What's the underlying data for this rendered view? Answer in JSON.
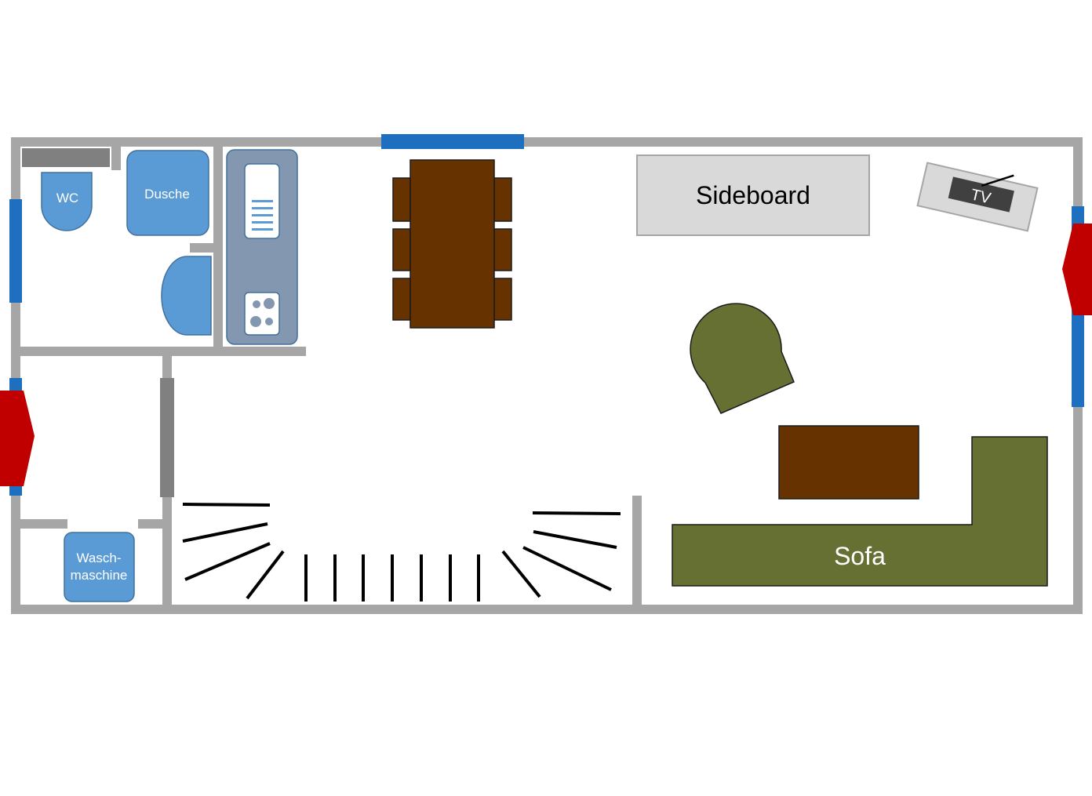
{
  "floorplan": {
    "labels": {
      "wc": "WC",
      "shower": "Dusche",
      "washer_line1": "Wasch-",
      "washer_line2": "maschine",
      "sideboard": "Sideboard",
      "tv": "TV",
      "sofa": "Sofa"
    },
    "colors": {
      "wall": "#a6a6a6",
      "window": "#1f6fc1",
      "entry_marker": "#c00000",
      "bathroom_fixture": "#5b9bd5",
      "kitchen": "#8497b0",
      "wood_furniture": "#663300",
      "upholstery": "#667033",
      "sideboard": "#d9d9d9"
    }
  }
}
